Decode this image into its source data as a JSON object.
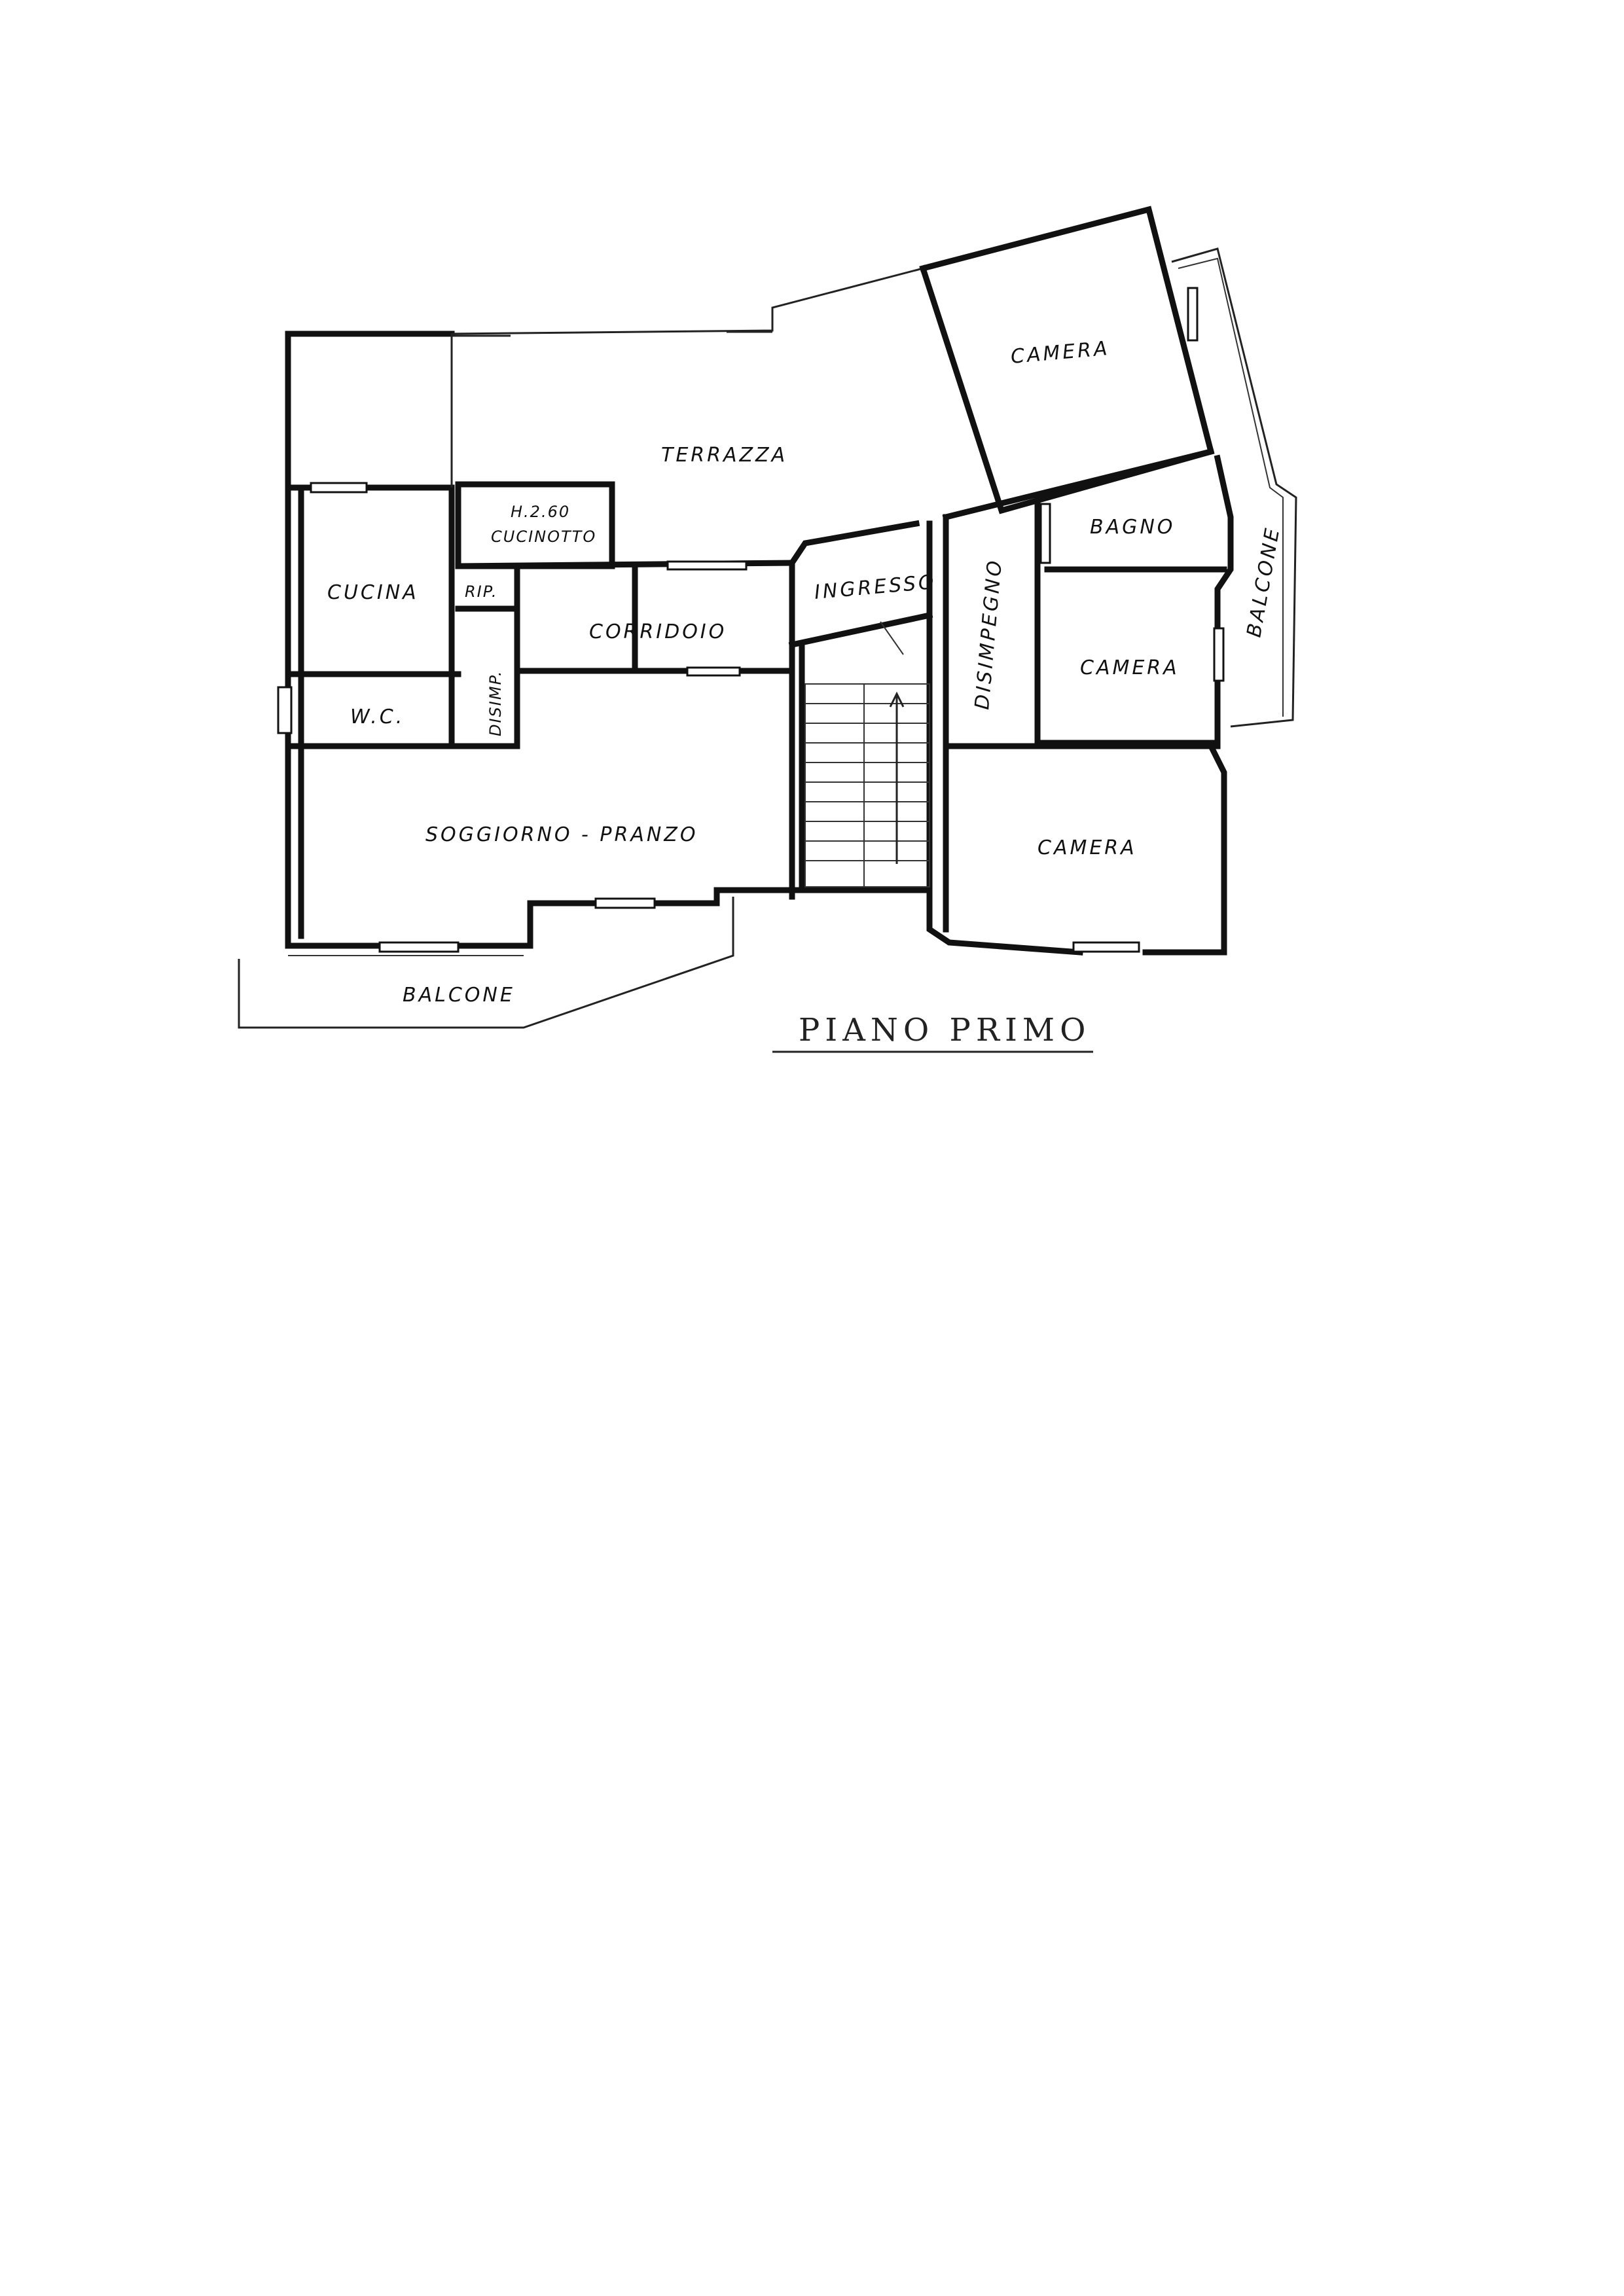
{
  "title": "PIANO PRIMO",
  "rooms": {
    "terrazza": "TERRAZZA",
    "camera_top": "CAMERA",
    "bagno": "BAGNO",
    "balcone_right": "BALCONE",
    "h_note": "H.2.60",
    "cucinotto": "CUCINOTTO",
    "cucina": "CUCINA",
    "rip": "RIP.",
    "corridoio": "CORRIDOIO",
    "ingresso": "INGRESSO",
    "disimpegno": "DISIMPEGNO",
    "camera_mid": "CAMERA",
    "wc": "W.C.",
    "disimp": "DISIMP.",
    "soggiorno": "SOGGIORNO - PRANZO",
    "camera_bottom": "CAMERA",
    "balcone_bottom": "BALCONE"
  }
}
